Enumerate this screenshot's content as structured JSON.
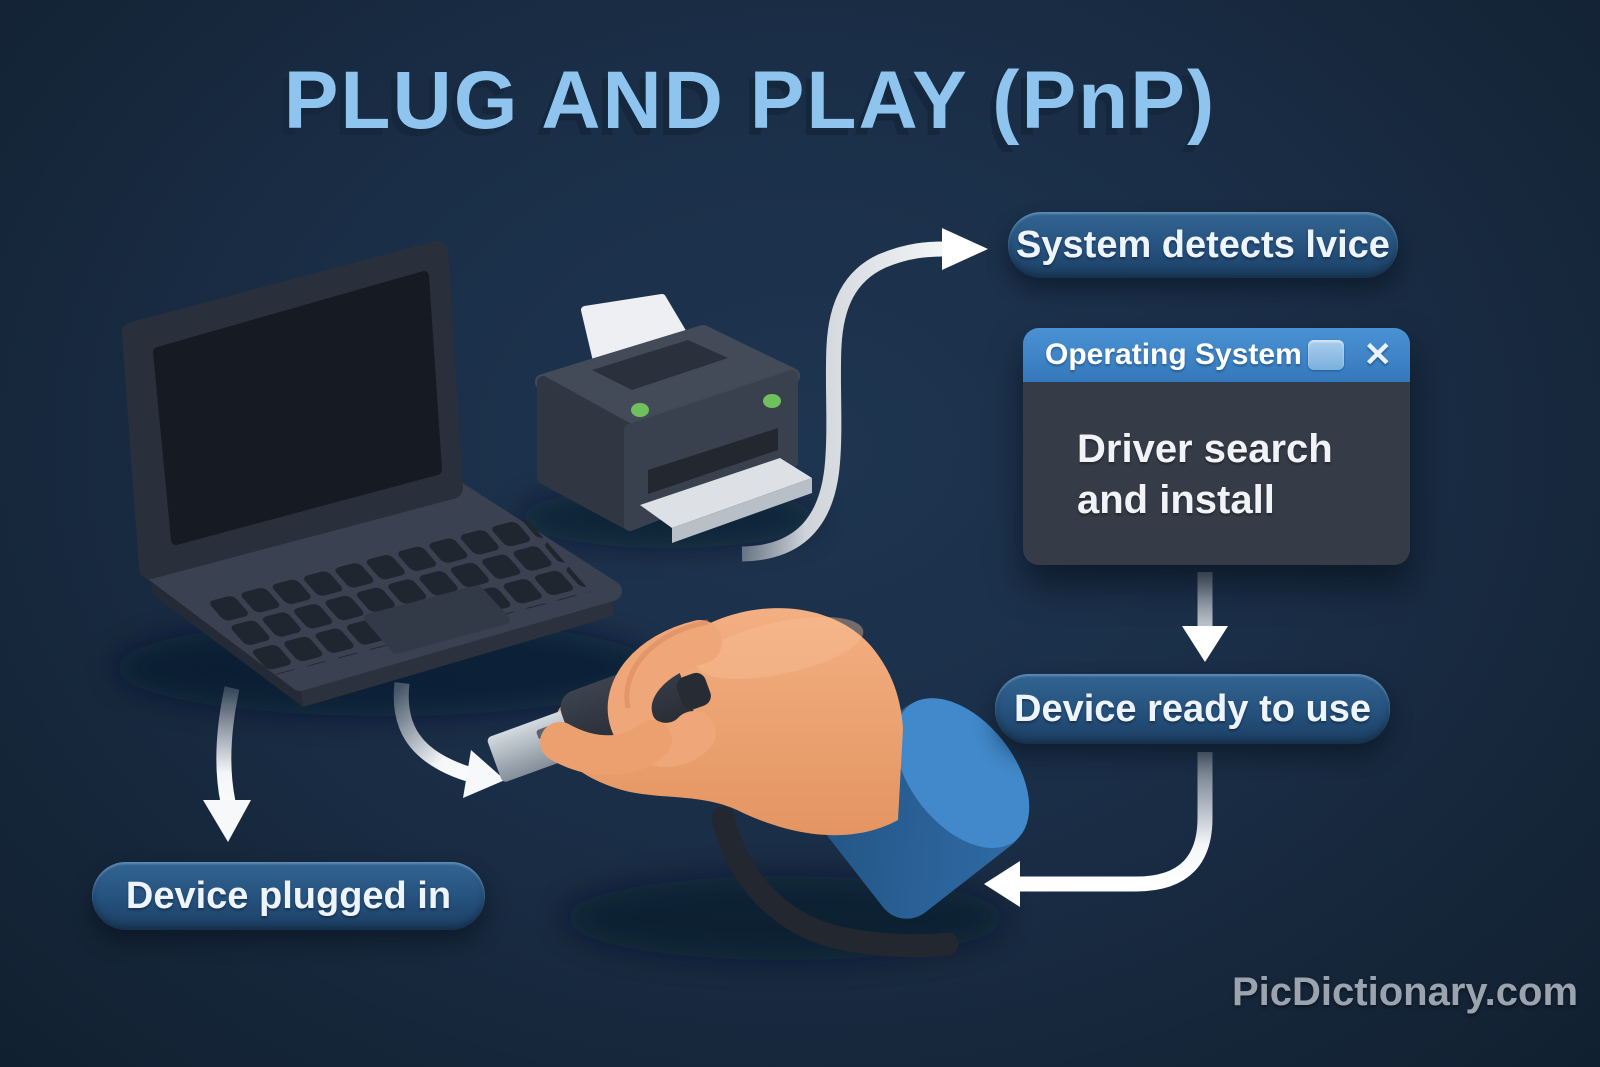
{
  "title": "PLUG AND PLAY (PnP)",
  "flow": {
    "step_plugged": "Device plugged in",
    "step_detect": "System detects lvice",
    "step_ready": "Device ready to use"
  },
  "os_window": {
    "title": "Operating System",
    "close_icon": "✕",
    "body_line1": "Driver search",
    "body_line2": "and install"
  },
  "watermark": "PicDictionary.com",
  "colors": {
    "background": "#1b3049",
    "title_text": "#8ec4ee",
    "badge_gradient_top": "#336592",
    "badge_gradient_bottom": "#1c3f63",
    "window_titlebar": "#3f86c9",
    "window_body": "#353c48",
    "arrow": "#edeff2",
    "printer_led_green": "#6fc15d",
    "hand_skin": "#efa678",
    "cuff_blue": "#4189ca",
    "usb_metal": "#aeb8c2",
    "device_dark_gray": "#353c49"
  }
}
